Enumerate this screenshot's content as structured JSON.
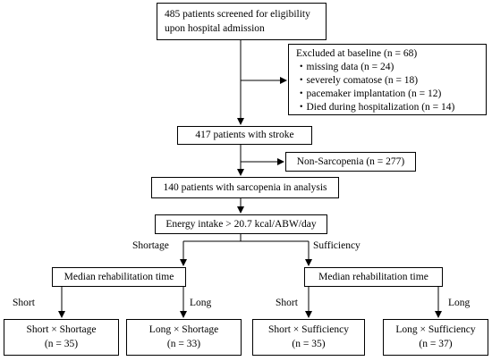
{
  "screened": {
    "line1": "485 patients screened for eligibility",
    "line2": "upon hospital admission"
  },
  "excluded": {
    "title": "Excluded at baseline (n = 68)",
    "items": [
      "・missing data (n = 24)",
      "・severely comatose (n = 18)",
      "・pacemaker implantation (n = 12)",
      "・Died during hospitalization (n = 14)"
    ]
  },
  "stroke": {
    "label": "417 patients with stroke"
  },
  "non_sarcopenia": {
    "label": "Non-Sarcopenia (n = 277)"
  },
  "sarcopenia": {
    "label": "140 patients with sarcopenia in analysis"
  },
  "energy": {
    "label": "Energy intake > 20.7 kcal/ABW/day"
  },
  "branch_labels": {
    "shortage": "Shortage",
    "sufficiency": "Sufficiency",
    "short_left": "Short",
    "long_left": "Long",
    "short_right": "Short",
    "long_right": "Long"
  },
  "median_left": {
    "label": "Median rehabilitation time"
  },
  "median_right": {
    "label": "Median rehabilitation time"
  },
  "groups": [
    {
      "line1": "Short × Shortage",
      "line2": "(n = 35)"
    },
    {
      "line1": "Long × Shortage",
      "line2": "(n = 33)"
    },
    {
      "line1": "Short × Sufficiency",
      "line2": "(n = 35)"
    },
    {
      "line1": "Long × Sufficiency",
      "line2": "(n = 37)"
    }
  ]
}
